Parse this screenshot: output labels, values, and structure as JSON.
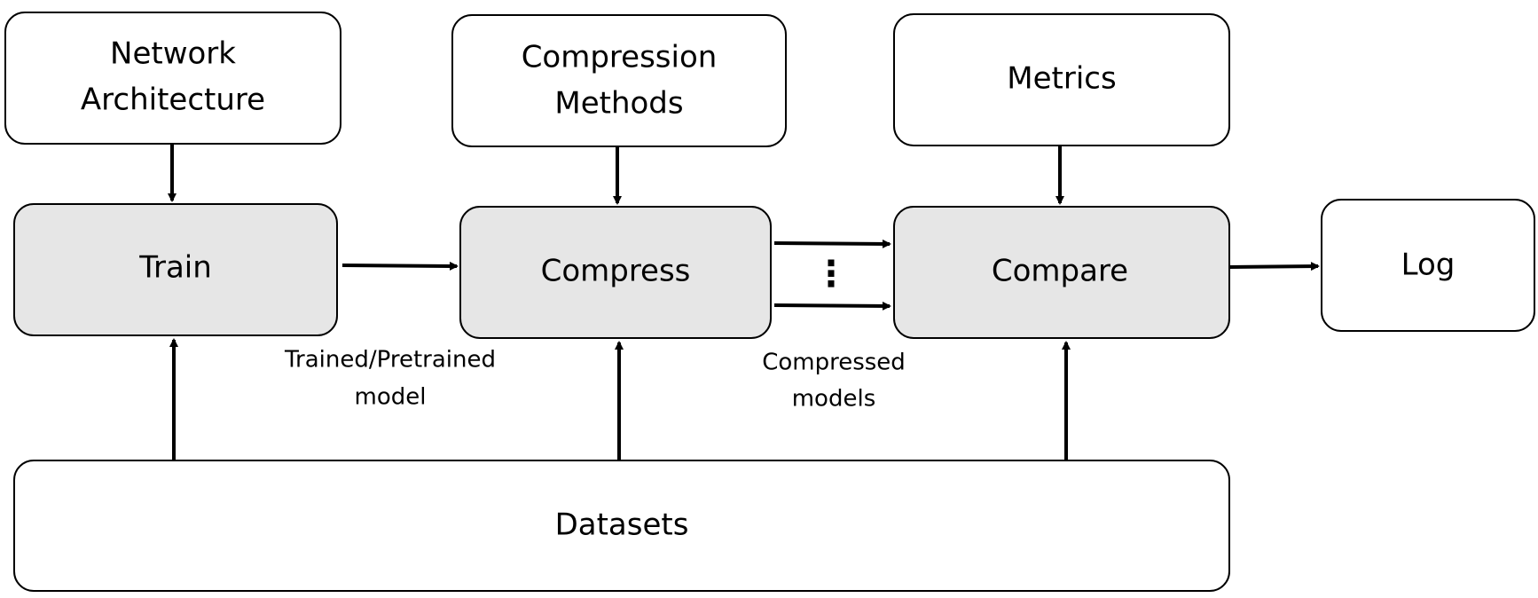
{
  "colors": {
    "process_fill": "#e6e6e6",
    "input_fill": "#ffffff",
    "stroke": "#000000"
  },
  "nodes": {
    "network_architecture": {
      "lines": [
        "Network",
        "Architecture"
      ]
    },
    "compression_methods": {
      "lines": [
        "Compression",
        "Methods"
      ]
    },
    "metrics": {
      "lines": [
        "Metrics"
      ]
    },
    "train": {
      "lines": [
        "Train"
      ]
    },
    "compress": {
      "lines": [
        "Compress"
      ]
    },
    "compare": {
      "lines": [
        "Compare"
      ]
    },
    "log": {
      "lines": [
        "Log"
      ]
    },
    "datasets": {
      "lines": [
        "Datasets"
      ]
    }
  },
  "edge_labels": {
    "trained_model": {
      "lines": [
        "Trained/Pretrained",
        "model"
      ]
    },
    "compressed_models": {
      "lines": [
        "Compressed",
        "models"
      ]
    }
  },
  "ellipsis": "⋮"
}
